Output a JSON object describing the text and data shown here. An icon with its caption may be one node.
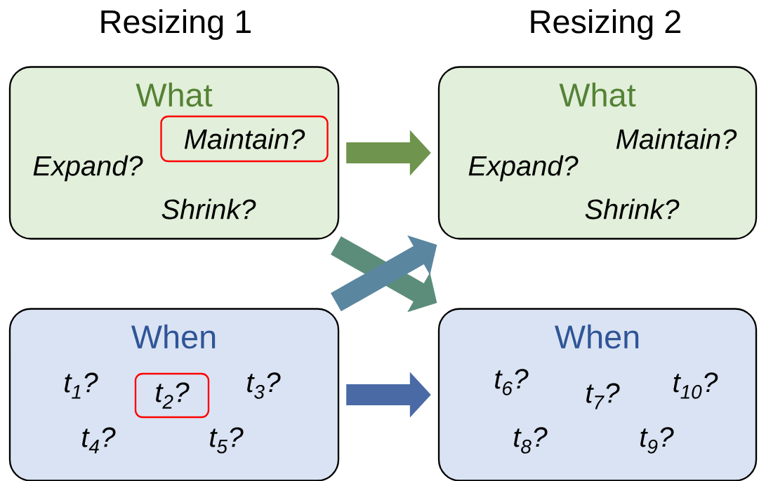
{
  "diagram": {
    "nodes": [
      {
        "text": [
          "What",
          "Expand?",
          "Shrink?"
        ]
      },
      {
        "text": [
          "Maintain?"
        ],
        "in": 0
      },
      {
        "text": [
          "What",
          "Maintain?",
          "Expand?",
          "Shrink?"
        ]
      },
      {
        "text": [
          "When",
          "*t*$_{1}$?",
          "*t*$_{3}$?",
          "*t*$_{4}$?",
          "*t*$_{5}$?"
        ]
      },
      {
        "text": [
          "*t*$_{2}$?"
        ],
        "in": 3
      },
      {
        "text": [
          "When",
          "*t*$_{6}$?",
          "*t*$_{7}$?",
          "*t*$_{10}$?",
          "*t*$_{8}$?",
          "*t*$_{9}$?"
        ]
      }
    ],
    "edges": [
      {
        "from": 0,
        "to": 2,
        "arrow": "to",
        "color": "#6f944d"
      },
      {
        "from": 0,
        "to": 5,
        "arrow": "to",
        "color": "#5b8d7a"
      },
      {
        "from": 3,
        "to": 2,
        "arrow": "to",
        "color": "#5b86a0"
      },
      {
        "from": 3,
        "to": 5,
        "arrow": "to",
        "color": "#4a6aa6"
      }
    ],
    "labels": [
      "Resizing 1",
      "Resizing 2"
    ]
  }
}
